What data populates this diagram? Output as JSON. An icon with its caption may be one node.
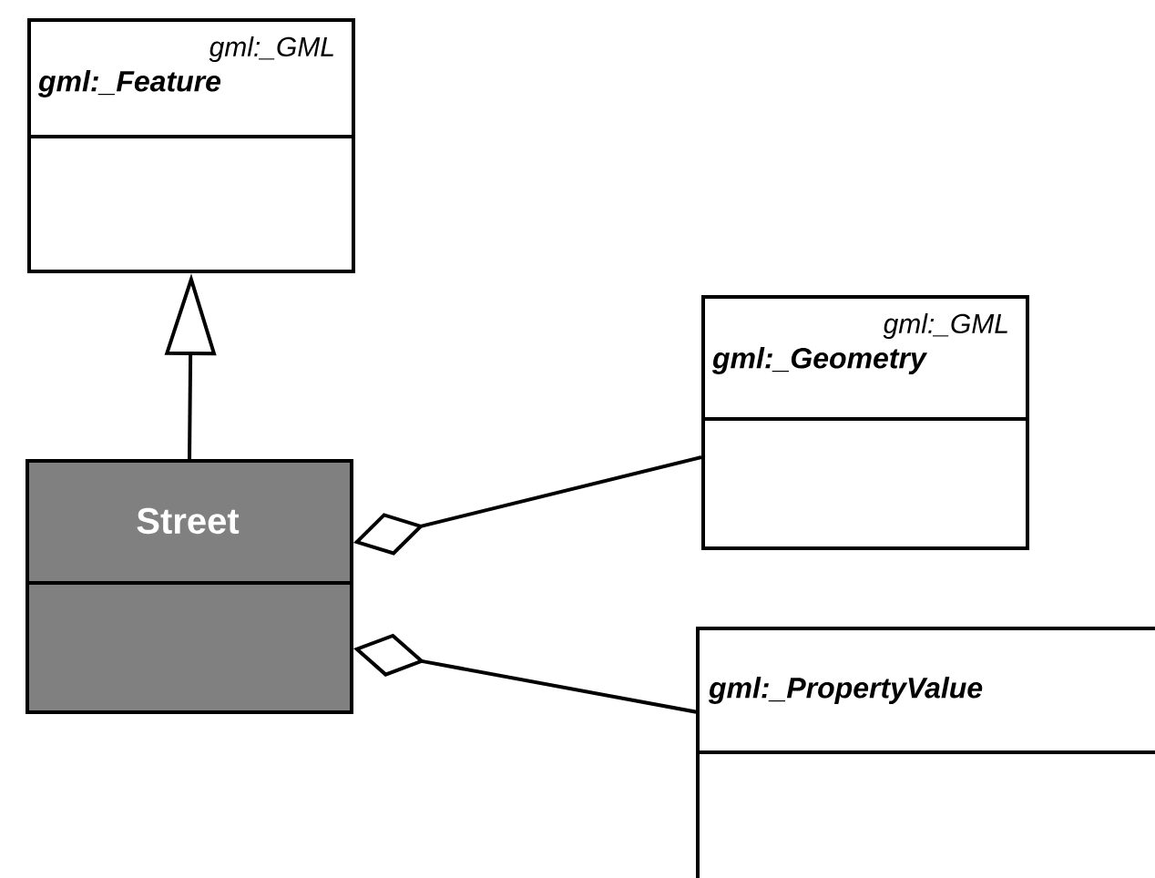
{
  "diagram": {
    "nodes": [
      {
        "text": [
          "gml:_GML",
          "gml:_Feature"
        ]
      },
      {
        "text": [
          "Street"
        ]
      },
      {
        "text": [
          "gml:_GML",
          "gml:_Geometry"
        ]
      },
      {
        "text": [
          "gml:_PropertyValue"
        ]
      }
    ],
    "edges": [
      {
        "from": 1,
        "to": 0,
        "arrow": "to"
      },
      {
        "from": 1,
        "to": 2,
        "arrow": "other"
      },
      {
        "from": 1,
        "to": 3,
        "arrow": "other"
      }
    ]
  }
}
